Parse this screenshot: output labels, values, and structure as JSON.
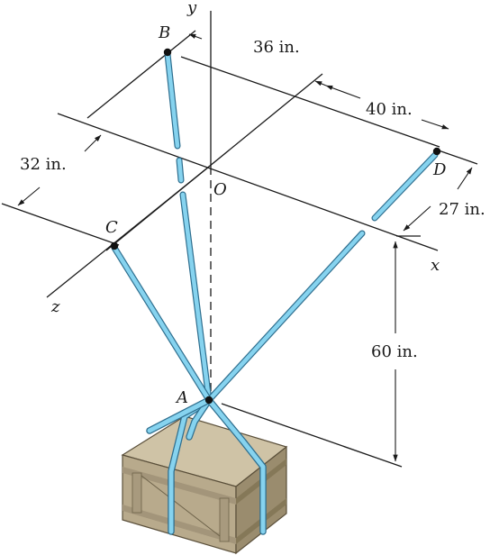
{
  "axes": {
    "x": "x",
    "y": "y",
    "z": "z"
  },
  "points": {
    "A": "A",
    "B": "B",
    "C": "C",
    "D": "D",
    "O": "O"
  },
  "dimensions": {
    "d36": "36 in.",
    "d40": "40 in.",
    "d32": "32 in.",
    "d27": "27 in.",
    "d60": "60 in."
  },
  "colors": {
    "cable": "#86d3ef",
    "cable_edge": "#2f6f8f",
    "crate": "#b8aa8c",
    "crate_dark": "#8c7e62"
  }
}
